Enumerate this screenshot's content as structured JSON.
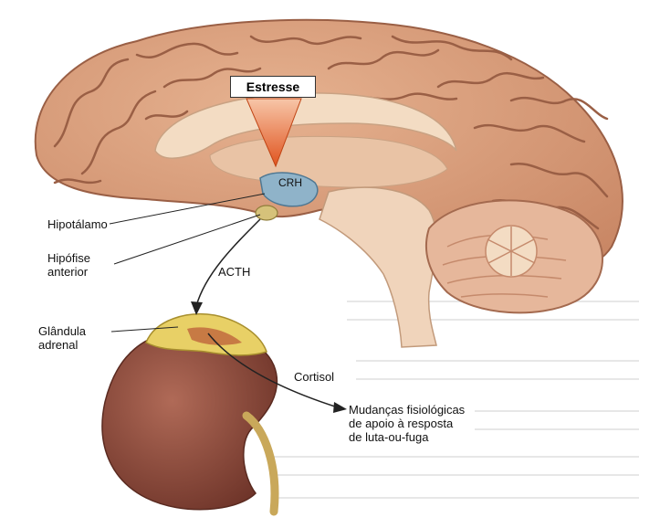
{
  "labels": {
    "stress": "Estresse",
    "crh": "CRH",
    "hypothalamus": "Hipotálamo",
    "pituitary": "Hipófise\nanterior",
    "acth": "ACTH",
    "adrenal": "Glândula\nadrenal",
    "cortisol": "Cortisol",
    "changes": "Mudanças fisiológicas\nde apoio à resposta\nde luta-ou-fuga"
  },
  "colors": {
    "brain": "#d9a07e",
    "brain_dark": "#b57659",
    "corpus": "#f3dcc3",
    "cerebellum": "#e6b79b",
    "arrow": "#e0541f",
    "hypothalamus": "#8fb3c9",
    "kidney": "#8e4a3c",
    "adrenal": "#e8d066"
  }
}
